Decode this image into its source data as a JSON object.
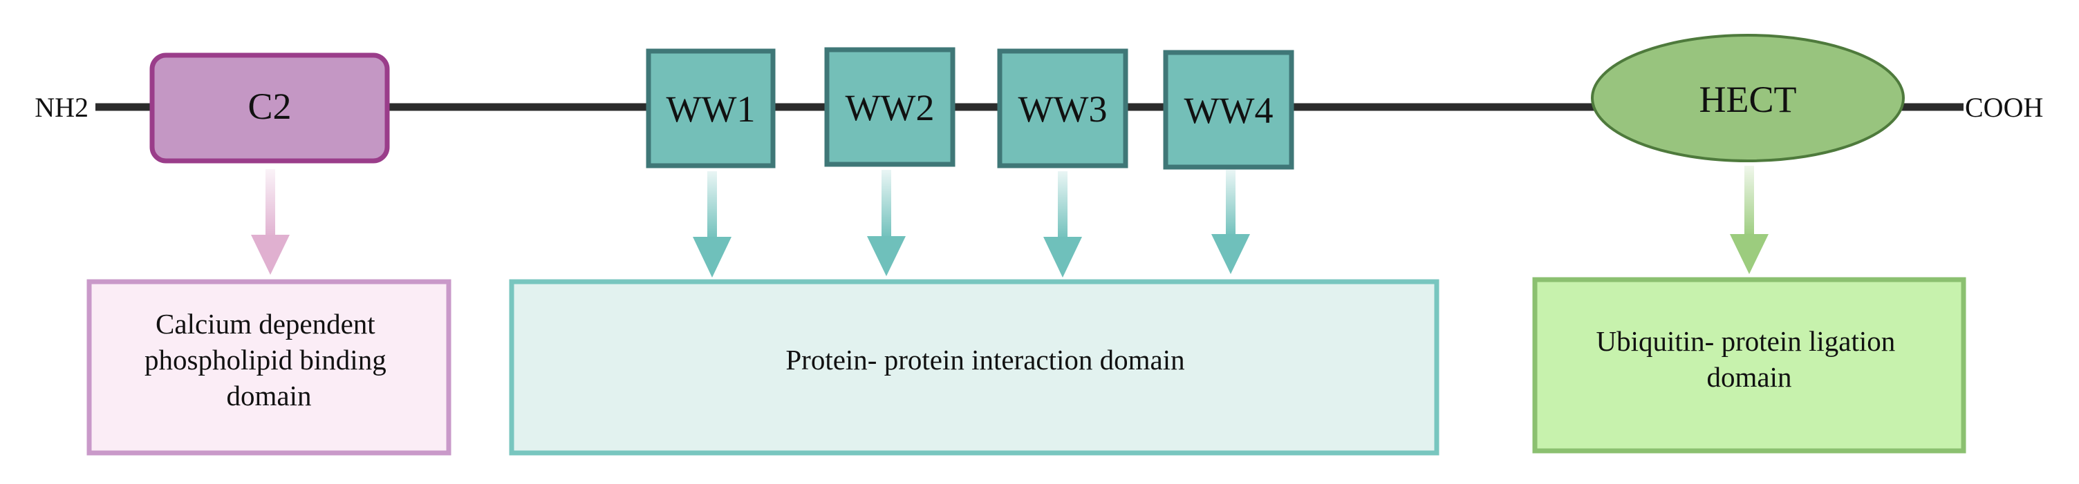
{
  "protein": {
    "n_terminus": "NH2",
    "c_terminus": "COOH"
  },
  "domains": {
    "c2": {
      "label": "C2"
    },
    "ww1": {
      "label": "WW1"
    },
    "ww2": {
      "label": "WW2"
    },
    "ww3": {
      "label": "WW3"
    },
    "ww4": {
      "label": "WW4"
    },
    "hect": {
      "label": "HECT"
    }
  },
  "functions": {
    "c2": {
      "lines": [
        "Calcium dependent",
        "phospholipid binding",
        "domain"
      ]
    },
    "ww": {
      "lines": [
        "Protein- protein interaction domain"
      ]
    },
    "hect": {
      "lines": [
        "Ubiquitin- protein ligation",
        "domain"
      ]
    }
  },
  "colors": {
    "backbone": "#2b2b2b",
    "c2_fill": "#c497c4",
    "c2_stroke": "#9a3d8a",
    "c2_arrow": "#e0b0d0",
    "c2_box_fill": "#fbedf6",
    "c2_box_stroke": "#c999c9",
    "ww_fill": "#74bfb8",
    "ww_stroke": "#3f7777",
    "ww_arrow": "#6fc0bb",
    "ww_box_fill": "#e2f2ef",
    "ww_box_stroke": "#78c6bf",
    "hect_fill": "#98c47e",
    "hect_stroke": "#4e7a3c",
    "hect_arrow": "#9ccc7e",
    "hect_box_fill": "#c7f2ad",
    "hect_box_stroke": "#8bc070"
  }
}
